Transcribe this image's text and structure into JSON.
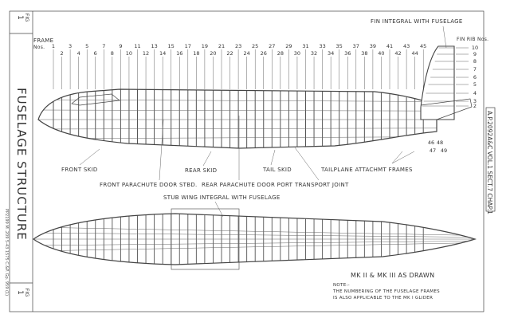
{
  "title": "FUSELAGE STRUCTURE",
  "fig_label": "FIG",
  "fig_number": "1",
  "print_code": "PP2199 M  .209  5-43  1575  C.&P.  Gp. 959 (1)",
  "reference": "A.P.2092A&C VOL.1 SECT.7 CHAP.1",
  "frame_heading": "FRAME",
  "frame_heading_sub": "Nos.",
  "frame_numbers": [
    "1",
    "2",
    "3",
    "4",
    "5",
    "6",
    "7",
    "8",
    "9",
    "10",
    "11",
    "12",
    "13",
    "14",
    "15",
    "16",
    "17",
    "18",
    "19",
    "20",
    "21",
    "22",
    "23",
    "24",
    "25",
    "26",
    "27",
    "28",
    "29",
    "30",
    "31",
    "32",
    "33",
    "34",
    "35",
    "36",
    "37",
    "38",
    "39",
    "40",
    "41",
    "42",
    "43",
    "44",
    "45"
  ],
  "tail_frame_numbers": [
    "46",
    "47",
    "48",
    "49"
  ],
  "fin_rib_heading": "FIN RIB Nos.",
  "fin_rib_numbers": [
    "10",
    "9",
    "8",
    "7",
    "6",
    "5",
    "4",
    "3",
    "2"
  ],
  "callouts": {
    "fin_integral": "FIN INTEGRAL WITH FUSELAGE",
    "front_skid": "FRONT SKID",
    "rear_skid": "REAR SKID",
    "tail_skid": "TAIL SKID",
    "tailplane_frames": "TAILPLANE ATTACHMT FRAMES",
    "front_door": "FRONT PARACHUTE DOOR STBD.",
    "rear_door": "REAR PARACHUTE DOOR PORT",
    "transport_joint": "TRANSPORT JOINT",
    "stub_wing": "STUB WING INTEGRAL WITH FUSELAGE"
  },
  "marks_note": "MK II & MK III AS DRAWN",
  "note_heading": "NOTE:-",
  "note_lines": [
    "THE NUMBERING OF THE FUSELAGE FRAMES",
    "IS ALSO APPLICABLE TO THE MK I GLIDER"
  ]
}
